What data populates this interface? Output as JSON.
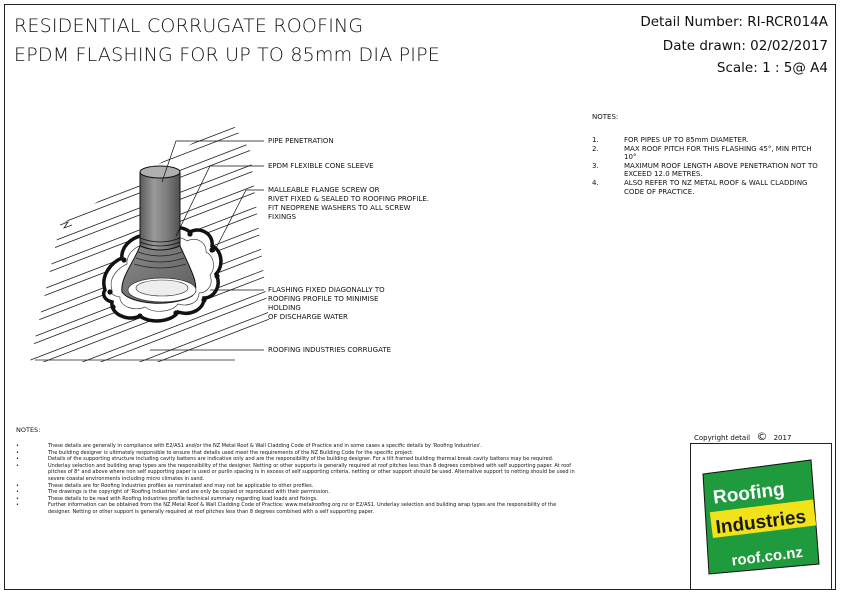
{
  "title": {
    "line1": "RESIDENTIAL CORRUGATE ROOFING",
    "line2": "EPDM FLASHING FOR UP TO 85mm DIA PIPE"
  },
  "meta": {
    "detail": "Detail Number:  RI-RCR014A",
    "date": "Date drawn:  02/02/2017",
    "scale": "Scale:    1 : 5@ A4"
  },
  "callouts": {
    "c1": "PIPE PENETRATION",
    "c2": "EPDM FLEXIBLE CONE SLEEVE",
    "c3a": "MALLEABLE FLANGE SCREW OR",
    "c3b": "RIVET FIXED & SEALED TO ROOFING PROFILE.",
    "c3c": "FIT NEOPRENE WASHERS TO ALL SCREW",
    "c3d": "FIXINGS",
    "c4a": "FLASHING FIXED DIAGONALLY TO",
    "c4b": "ROOFING PROFILE TO MINIMISE",
    "c4c": "HOLDING",
    "c4d": "OF DISCHARGE WATER",
    "c5": "ROOFING INDUSTRIES CORRUGATE"
  },
  "notes_right": {
    "title": "NOTES:",
    "items": [
      {
        "num": "1.",
        "text": "FOR PIPES UP TO 85mm DIAMETER."
      },
      {
        "num": "2.",
        "text": "MAX ROOF PITCH FOR THIS FLASHING 45°, MIN PITCH 10°"
      },
      {
        "num": "3.",
        "text": "MAXIMUM ROOF LENGTH ABOVE PENETRATION NOT TO EXCEED 12.0 METRES."
      },
      {
        "num": "4.",
        "text": "ALSO REFER TO NZ METAL ROOF & WALL CLADDING CODE OF PRACTICE."
      }
    ]
  },
  "notes_bottom": {
    "title": "NOTES:",
    "bullet": "•",
    "items": [
      "These details are generally in compliance with E2/AS1 and/or the NZ Metal Roof & Wall Cladding Code of Practice and in some cases a specific details by 'Roofing Industries'.",
      "The building designer is ultimately responsible to ensure that details used meet the requirements of the NZ Building Code for the specific project.",
      "Details of the supporting structure including cavity battens are indicative only and are the responsibility of the building designer. For a tilt framed building thermal break cavity battens may be required.",
      "Underlay selection and building wrap types are the responsibility of the designer. Netting or other supports is generally required at roof pitches less than 8 degrees combined with self supporting paper. At roof pitches of 8° and above where non self supporting paper is used or purlin spacing is in excess of self supporting criteria, netting or other support should be used. Alternative support to netting should be used in severe coastal environments including micro climates in sand.",
      "These details are for Roofing Industries profiles as nominated and may not be applicable to other profiles.",
      "The drawings is the copyright of 'Roofing Industries' and are only be copied or reproduced with their permission.",
      "These details to be read with Roofing Industries profile technical summary regarding load loads and fixings.",
      "Further information can be obtained from the NZ Metal Roof & Wall Cladding Code of Practice: www.metalroofing.org.nz or E2/AS1. Underlay selection and building wrap types are the responsibility of the designer. Netting or other support is generally required at roof pitches less than 8 degrees combined with a self supporting paper."
    ]
  },
  "copyright": {
    "text": "Copyright detail",
    "symbol": "©",
    "year": "2017"
  },
  "logo": {
    "line1": "Roofing",
    "line2": "Industries",
    "url": "roof.co.nz",
    "colors": {
      "green": "#1f9a3c",
      "yellow": "#f2e21a",
      "dark": "#1a1a1a",
      "white": "#ffffff"
    }
  }
}
